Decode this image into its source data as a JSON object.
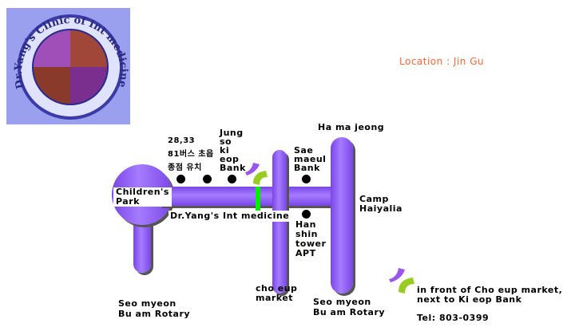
{
  "logo": {
    "text": "Dr.Yang's Clinic of Int medicine"
  },
  "location": "Location : Jin Gu",
  "map": {
    "labels": {
      "bus_line1": "28,33",
      "bus_line2": "81버스 초읍",
      "bus_line3": "종점   유치",
      "jung_so": "Jung\nso\nki\neop\nBank",
      "hamajeong": "Ha ma jeong",
      "saemaeul": "Sae\nmaeul\nBank",
      "childrens_park": "Children's\nPark",
      "clinic": "Dr.Yang's Int medicine",
      "camp": "Camp\nHaiyalia",
      "hanshin": "Han\nshin\ntower\nAPT",
      "choeup": "cho eup\nmarket",
      "rotary_left": "Seo myeon\nBu am Rotary",
      "rotary_right": "Seo myeon\nBu am Rotary"
    }
  },
  "footer": {
    "address": "in front of Cho eup market,\nnext to Ki eop Bank",
    "tel": "Tel: 803-0399"
  },
  "colors": {
    "road": "#8855ee",
    "accent": "#ff6633",
    "green": "#00ee00"
  }
}
